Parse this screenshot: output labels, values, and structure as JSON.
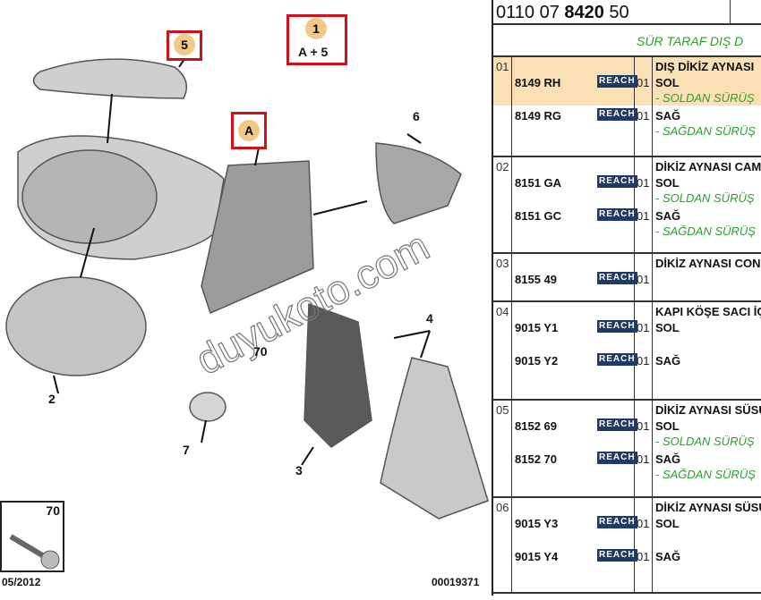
{
  "header": {
    "ref_prefix": "0110 07 ",
    "ref_bold": "8420",
    "ref_suffix": " 50",
    "subtitle": "SÜR TARAF DIŞ D"
  },
  "diagram": {
    "callouts": {
      "c1": "1",
      "c_a5": "A + 5",
      "c5": "5",
      "cA": "A",
      "c6": "6",
      "c2": "2",
      "c70": "70",
      "c4": "4",
      "c7": "7",
      "c3": "3",
      "screw": "70"
    },
    "date": "05/2012",
    "code": "00019371",
    "watermark": "duyukoto.com"
  },
  "badge": "REACH",
  "rows": [
    {
      "num": "01",
      "desc": "DIŞ DİKİZ AYNASI",
      "parts": [
        {
          "pn": "8149 RH",
          "qty": "01",
          "side": "SOL",
          "note": "- SOLDAN SÜRÜŞ"
        },
        {
          "pn": "8149 RG",
          "qty": "01",
          "side": "SAĞ",
          "note": "- SAĞDAN SÜRÜŞ"
        }
      ]
    },
    {
      "num": "02",
      "desc": "DİKİZ AYNASI CAM",
      "parts": [
        {
          "pn": "8151 GA",
          "qty": "01",
          "side": "SOL",
          "note": "- SOLDAN SÜRÜŞ"
        },
        {
          "pn": "8151 GC",
          "qty": "01",
          "side": "SAĞ",
          "note": "- SAĞDAN SÜRÜŞ"
        }
      ]
    },
    {
      "num": "03",
      "desc": "DİKİZ AYNASI CON",
      "parts": [
        {
          "pn": "8155 49",
          "qty": "01"
        }
      ]
    },
    {
      "num": "04",
      "desc": "KAPI KÖŞE SACI İÇ",
      "parts": [
        {
          "pn": "9015 Y1",
          "qty": "01",
          "side": "SOL"
        },
        {
          "pn": "9015 Y2",
          "qty": "01",
          "side": "SAĞ"
        }
      ]
    },
    {
      "num": "05",
      "desc": "DİKİZ AYNASI SÜSÜ",
      "parts": [
        {
          "pn": "8152 69",
          "qty": "01",
          "side": "SOL",
          "note": "- SOLDAN SÜRÜŞ"
        },
        {
          "pn": "8152 70",
          "qty": "01",
          "side": "SAĞ",
          "note": "- SAĞDAN SÜRÜŞ"
        }
      ]
    },
    {
      "num": "06",
      "desc": "DİKİZ AYNASI SÜSÜ",
      "parts": [
        {
          "pn": "9015 Y3",
          "qty": "01",
          "side": "SOL"
        },
        {
          "pn": "9015 Y4",
          "qty": "01",
          "side": "SAĞ"
        }
      ]
    }
  ]
}
